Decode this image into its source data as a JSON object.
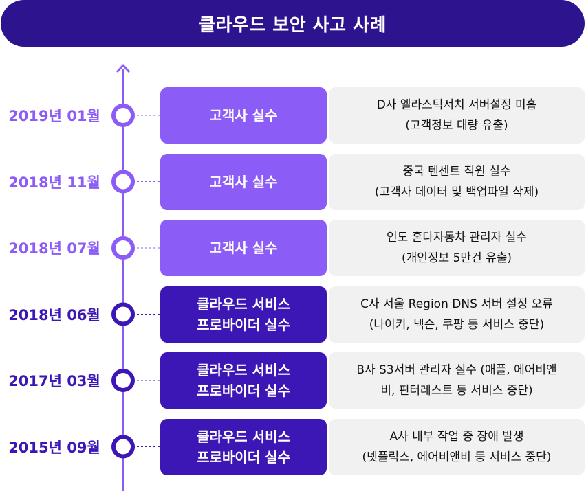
{
  "header": {
    "title": "클라우드 보안 사고 사례"
  },
  "colors": {
    "header_bg": "#2e138f",
    "light": "#8b5cf6",
    "dark": "#3c17b5",
    "desc_bg": "#f1f1f1"
  },
  "events": [
    {
      "date": "2019년 01월",
      "category": [
        "고객사 실수"
      ],
      "description": [
        "D사 엘라스틱서치 서버설정 미흡",
        "(고객정보 대량 유출)"
      ],
      "type": "customer"
    },
    {
      "date": "2018년 11월",
      "category": [
        "고객사 실수"
      ],
      "description": [
        "중국 텐센트 직원 실수",
        "(고객사 데이터 및 백업파일 삭제)"
      ],
      "type": "customer"
    },
    {
      "date": "2018년 07월",
      "category": [
        "고객사 실수"
      ],
      "description": [
        "인도 혼다자동차 관리자 실수",
        "(개인정보 5만건 유출)"
      ],
      "type": "customer"
    },
    {
      "date": "2018년 06월",
      "category": [
        "클라우드 서비스",
        "프로바이더 실수"
      ],
      "description": [
        "C사 서울 Region DNS 서버 설정 오류",
        "(나이키, 넥슨, 쿠팡 등 서비스 중단)"
      ],
      "type": "provider"
    },
    {
      "date": "2017년 03월",
      "category": [
        "클라우드 서비스",
        "프로바이더 실수"
      ],
      "description": [
        "B사 S3서버 관리자 실수 (애플, 에어비앤",
        "비, 핀터레스트 등 서비스 중단)"
      ],
      "type": "provider"
    },
    {
      "date": "2015년 09월",
      "category": [
        "클라우드 서비스",
        "프로바이더 실수"
      ],
      "description": [
        "A사 내부 작업 중 장애 발생",
        "(넷플릭스, 에어비앤비 등 서비스 중단)"
      ],
      "type": "provider"
    }
  ]
}
